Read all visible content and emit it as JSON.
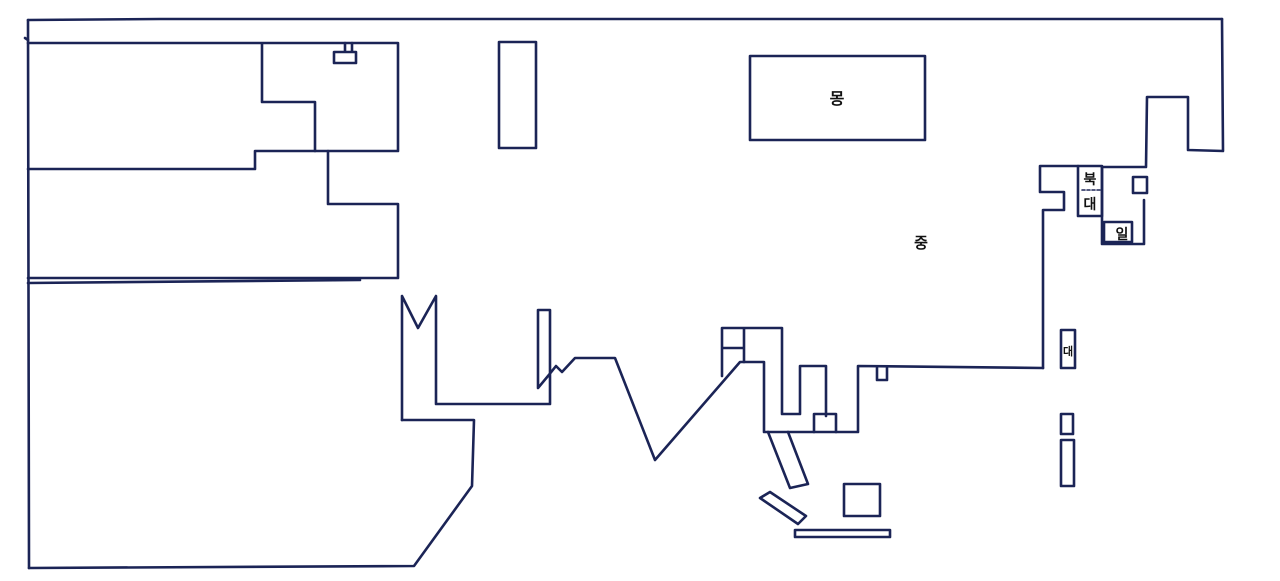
{
  "colors": {
    "background": "#ffffff",
    "ink": "#1b2456",
    "label": "#111111"
  },
  "labels": {
    "mong": "몽",
    "jung": "중",
    "buk": "북",
    "dae": "대",
    "il": "일"
  }
}
